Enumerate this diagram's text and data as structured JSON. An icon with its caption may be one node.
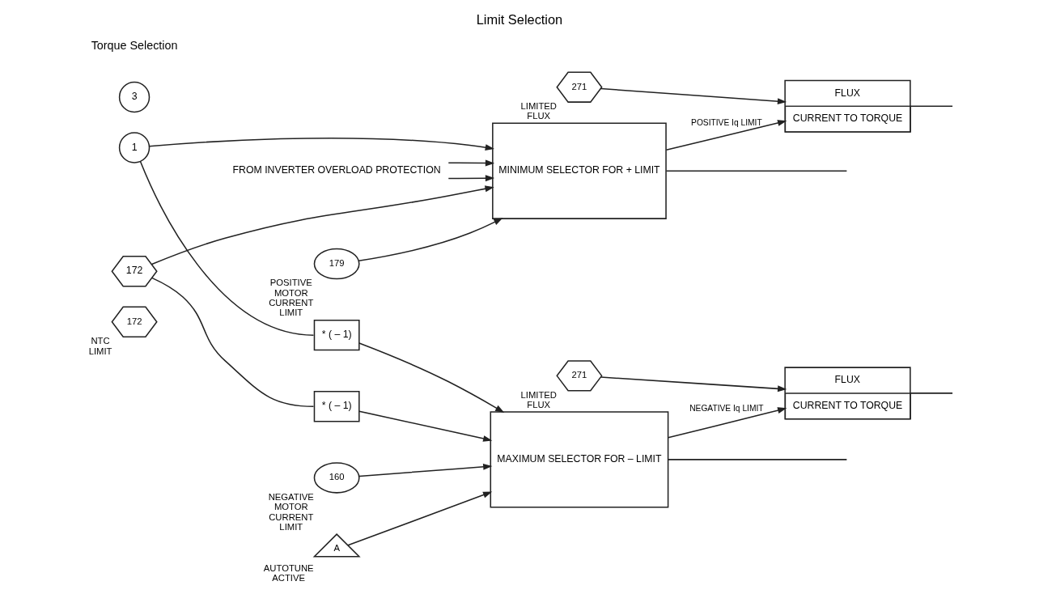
{
  "diagram": {
    "title": "Limit Selection",
    "nodes": [
      {
        "text": [
          "172"
        ],
        "beside": [
          "NTC LIMIT"
        ]
      },
      {
        "text": [
          "1"
        ]
      },
      {
        "text": [
          "FROM INVERTER OVERLOAD PROTECTION"
        ]
      },
      {
        "text": [
          "172"
        ]
      },
      {
        "text": [
          "3"
        ]
      },
      {
        "text": [
          "179"
        ],
        "beside": [
          "POSITIVE MOTOR CURRENT LIMIT"
        ]
      },
      {
        "text": [
          "MINIMUM SELECTOR FOR + LIMIT"
        ]
      },
      {
        "text": [
          "271"
        ],
        "beside": [
          "LIMITED FLUX"
        ]
      },
      {
        "text": [
          "FLUX",
          "CURRENT TO TORQUE"
        ]
      },
      {
        "text": [
          "A"
        ],
        "beside": [
          "AUTOTUNE ACTIVE"
        ]
      },
      {
        "text": [
          "* ( – 1)"
        ]
      },
      {
        "text": [
          "* ( – 1)"
        ]
      },
      {
        "text": [
          "MAXIMUM SELECTOR FOR – LIMIT"
        ]
      },
      {
        "text": [
          "160"
        ],
        "beside": [
          "NEGATIVE MOTOR CURRENT LIMIT"
        ]
      },
      {
        "text": [
          "271"
        ],
        "beside": [
          "LIMITED FLUX"
        ]
      },
      {
        "text": [
          "FLUX",
          "CURRENT TO TORQUE"
        ]
      }
    ],
    "edges": [
      {
        "from": 2,
        "to": 6,
        "arrow": "to"
      },
      {
        "from": 2,
        "to": 6,
        "arrow": "to"
      },
      {
        "from": 1,
        "to": 6,
        "arrow": "to"
      },
      {
        "from": 1,
        "to": 10,
        "arrow": "none"
      },
      {
        "from": 3,
        "to": 6,
        "arrow": "to"
      },
      {
        "from": 3,
        "to": 11,
        "arrow": "none"
      },
      {
        "from": 5,
        "to": 6,
        "arrow": "to"
      },
      {
        "from": 7,
        "to": 8,
        "arrow": "to"
      },
      {
        "from": 6,
        "to": 8,
        "arrow": "to",
        "label": "POSITIVE Iq LIMIT"
      },
      {
        "from": 8,
        "to": null,
        "arrow": "none"
      },
      {
        "from": 6,
        "to": null,
        "arrow": "none"
      },
      {
        "from": 9,
        "to": 12,
        "arrow": "to"
      },
      {
        "from": 10,
        "to": 12,
        "arrow": "to"
      },
      {
        "from": 11,
        "to": 12,
        "arrow": "to"
      },
      {
        "from": 13,
        "to": 12,
        "arrow": "to"
      },
      {
        "from": 14,
        "to": 15,
        "arrow": "to"
      },
      {
        "from": 12,
        "to": 15,
        "arrow": "to",
        "label": "NEGATIVE Iq LIMIT"
      },
      {
        "from": 15,
        "to": null,
        "arrow": "none"
      },
      {
        "from": 12,
        "to": null,
        "arrow": "none"
      }
    ],
    "labels": [
      "Torque Selection"
    ]
  }
}
